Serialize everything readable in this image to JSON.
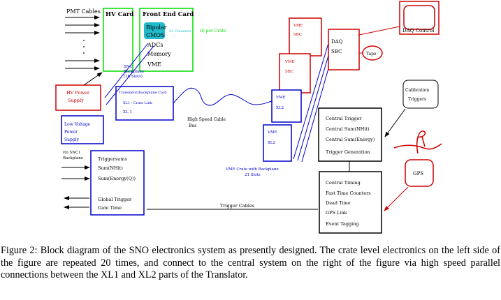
{
  "colors": {
    "black": "#000000",
    "green": "#00dd00",
    "blue": "#0000cc",
    "red": "#cc0000",
    "cyan": "#22bbcc"
  },
  "labels": {
    "pmt_cables": "PMT Cables",
    "hv_card": "HV Card",
    "front_end_card": "Front End Card",
    "bipolar": "Bipolar",
    "cmos": "CMOS",
    "channels": "32 Channels",
    "adcs": "ADCs",
    "memory": "Memory",
    "vme": "VME",
    "per_crate": "16 per Crate",
    "snc_backplane_1": "SNC",
    "snc_backplane_2": "Backplane",
    "snc_backplane_3": "(16 Slots)",
    "hv_power_1": "HV Power",
    "hv_power_2": "Supply",
    "translator_1": "Translator/Backplane Card",
    "translator_2": "XL1 - Crate Link",
    "translator_3": "XL 1",
    "lv_power_1": "Low Voltage",
    "lv_power_2": "Power",
    "lv_power_3": "Supply",
    "snc_backplane_left_1": "(to SNC)",
    "snc_backplane_left_2": "Backplane",
    "triggersums": "Triggersums",
    "sum_nhit": "Sum(NHit)",
    "sum_energy": "Sum(Energy(Q))",
    "global_trigger": "Global Trigger",
    "gate_time": "Gate Time",
    "high_speed_cable_1": "High Speed Cable",
    "high_speed_cable_2": "Bus",
    "vme_slot": "VME",
    "xl2": "XL2",
    "sbc": "SBC",
    "vme_crate_1": "VME  Crate with Backplane",
    "vme_crate_2": "21 Slots",
    "daq": "DAQ",
    "daq_control": "DAQ Control",
    "tape": "Tape",
    "calibration": "Calibration",
    "triggers": "Triggers",
    "central_trigger": "Central Trigger",
    "central_sum_nhit": "Central Sum(NHit)",
    "central_sum_energy": "Central Sum(Energy)",
    "trigger_generation": "Trigger Generation",
    "central_timing": "Central Timing",
    "fast_time_counters": "Fast Time Counters",
    "dead_time": "Dead Time",
    "gps_link": "GPS Link",
    "event_tagging": "Event Tagging",
    "trigger_cables": "Trigger Cables",
    "gps": "GPS"
  },
  "caption": "Figure 2: Block diagram of the SNO electronics system as presently designed. The crate level electronics on the left side of the figure are repeated 20 times, and connect to the central system on the right of the figure via high speed parallel connections between the XL1 and XL2 parts of the Translator."
}
